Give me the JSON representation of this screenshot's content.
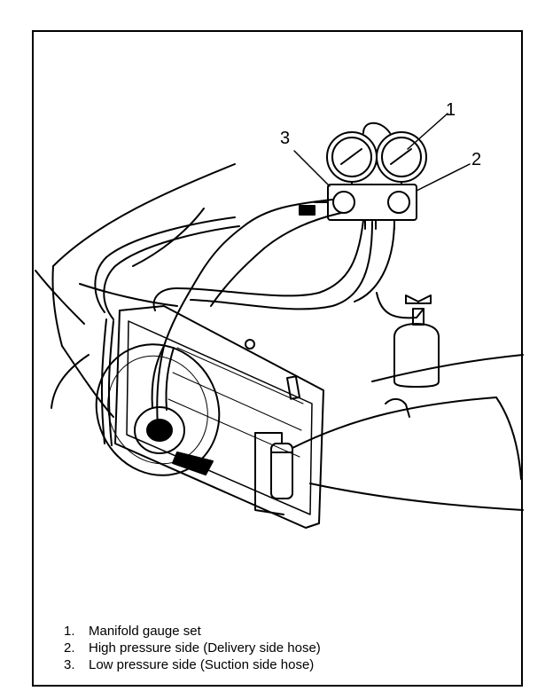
{
  "callouts": [
    {
      "id": "1",
      "text": "1"
    },
    {
      "id": "2",
      "text": "2"
    },
    {
      "id": "3",
      "text": "3"
    }
  ],
  "legend": [
    {
      "num": "1.",
      "text": "Manifold gauge set"
    },
    {
      "num": "2.",
      "text": "High pressure side (Delivery side hose)"
    },
    {
      "num": "3.",
      "text": "Low pressure side (Suction side hose)"
    }
  ],
  "colors": {
    "line": "#000000",
    "background": "#ffffff"
  }
}
